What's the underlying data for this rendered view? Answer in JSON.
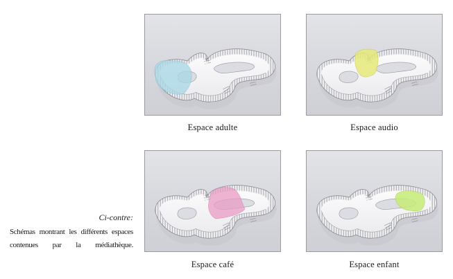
{
  "figures": [
    {
      "caption": "Espace adulte",
      "zone": "adulte",
      "highlight_color": "#a9d9e6"
    },
    {
      "caption": "Espace audio",
      "zone": "audio",
      "highlight_color": "#e7ea7a"
    },
    {
      "caption": "Espace café",
      "zone": "cafe",
      "highlight_color": "#ea9cc4"
    },
    {
      "caption": "Espace enfant",
      "zone": "enfant",
      "highlight_color": "#c7ec78"
    }
  ],
  "note": {
    "title": "Ci-contre:",
    "body": "Schémas montrant les différents espaces contenues par la médiathèque."
  }
}
